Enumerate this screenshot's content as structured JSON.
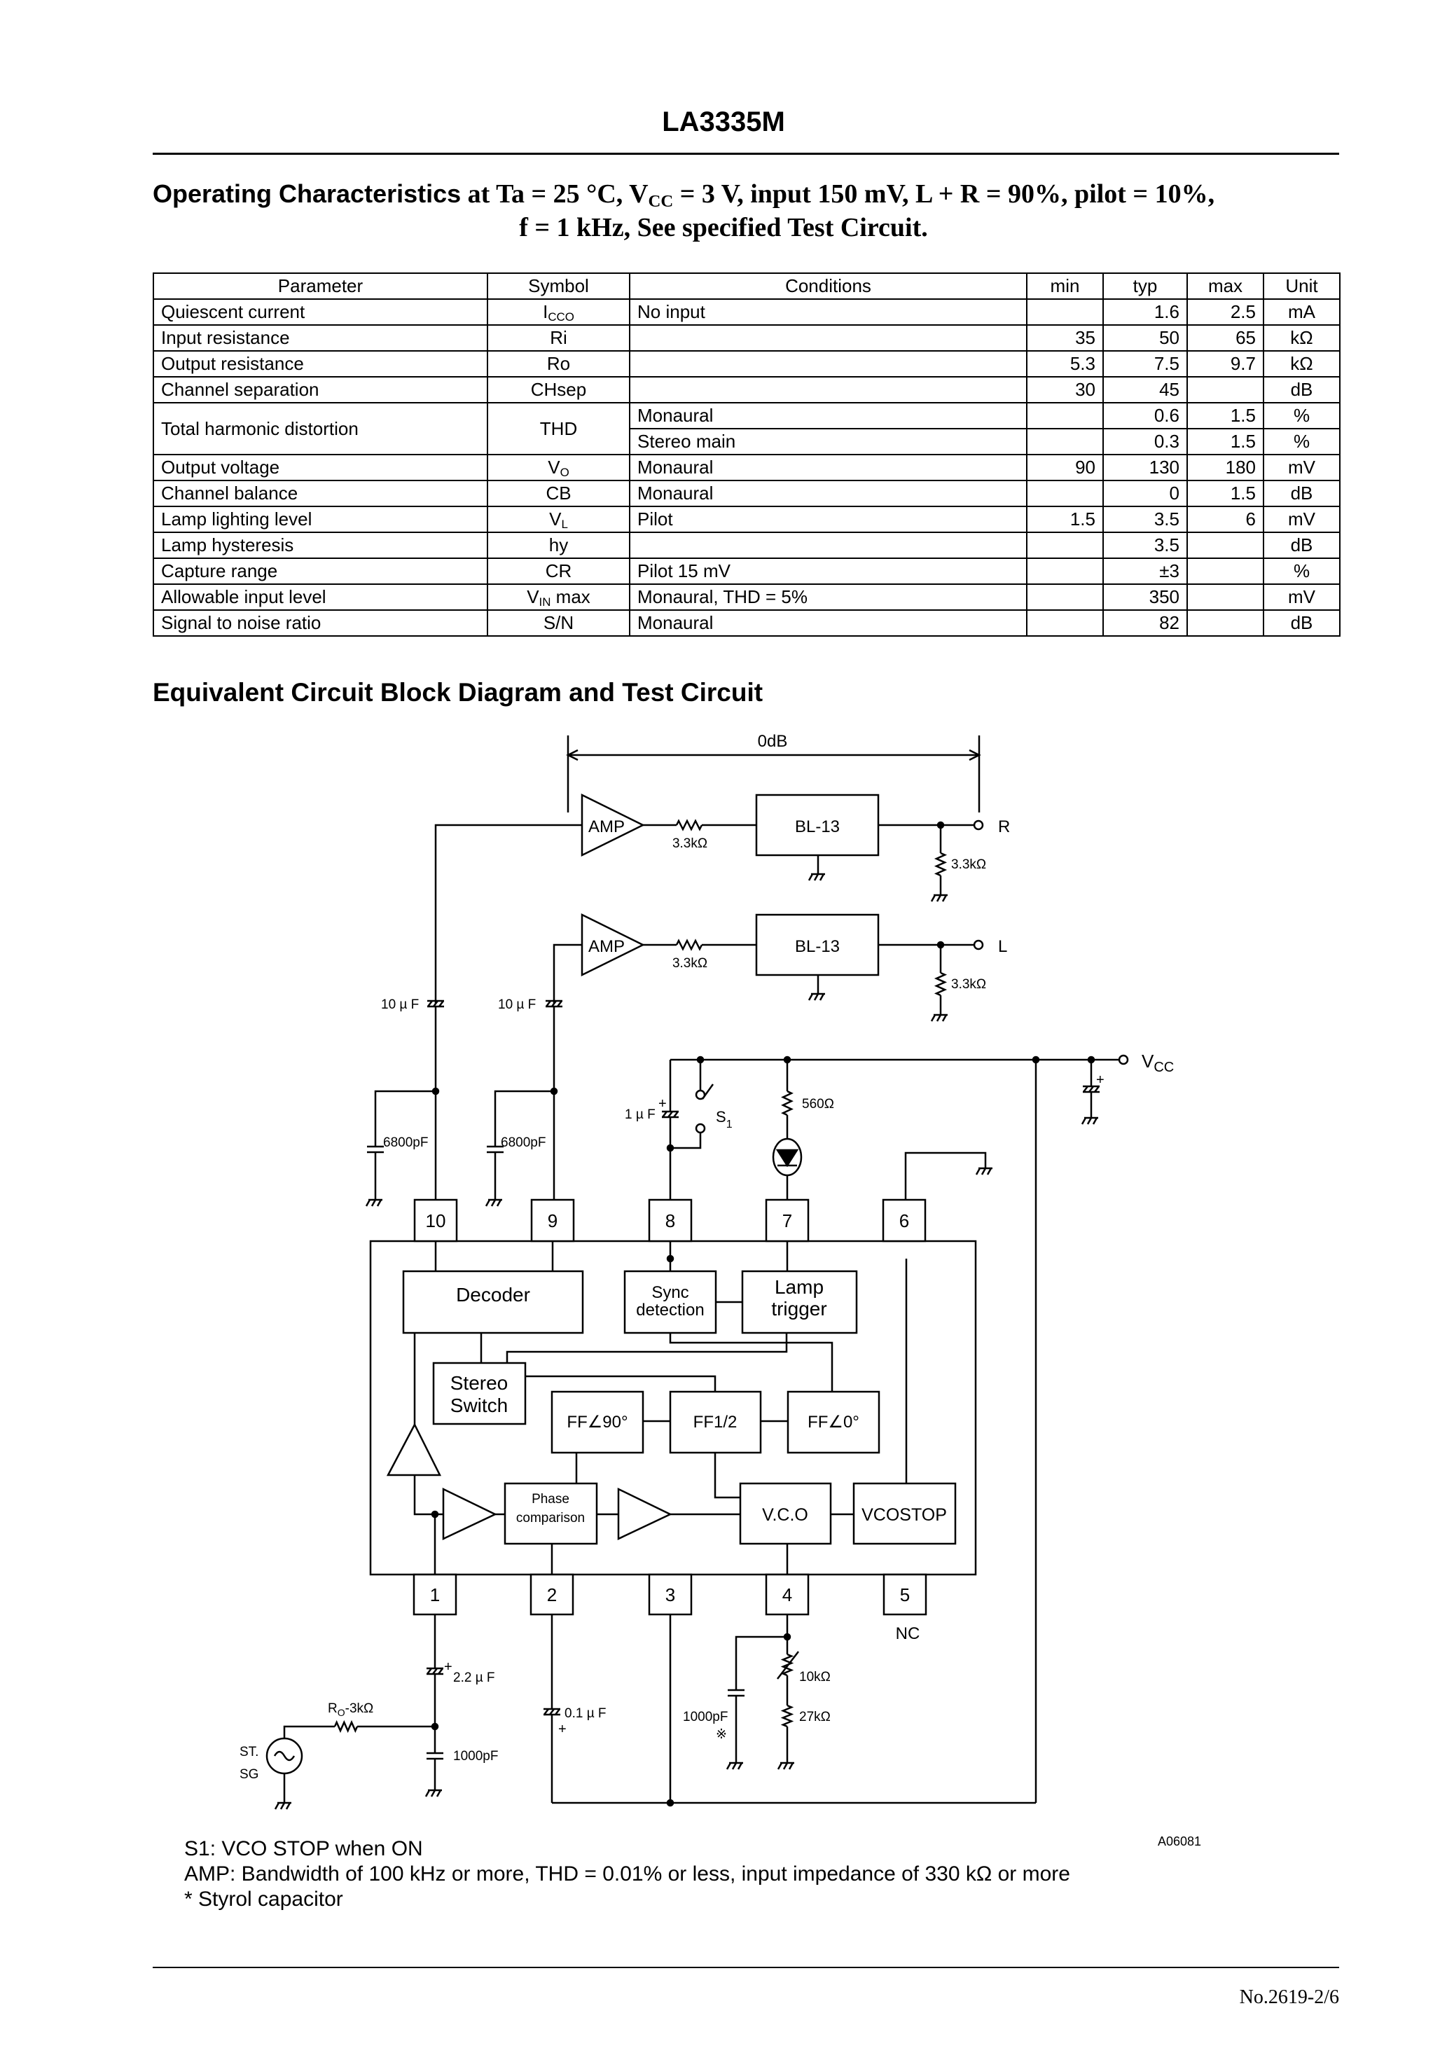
{
  "header": {
    "title": "LA3335M"
  },
  "operating": {
    "heading_bold": "Operating Characteristics",
    "cond_pre": " at Ta = 25 °C, V",
    "cond_sub": "CC",
    "cond_post": " = 3 V, input 150 mV, L + R = 90%, pilot = 10%,",
    "cond_line2": "f = 1 kHz, See specified Test Circuit."
  },
  "table": {
    "headers": [
      "Parameter",
      "Symbol",
      "Conditions",
      "min",
      "typ",
      "max",
      "Unit"
    ],
    "rows": [
      {
        "parameter": "Quiescent current",
        "symbol": "I",
        "symbol_sub": "CCO",
        "conditions": "No input",
        "min": "",
        "typ": "1.6",
        "max": "2.5",
        "unit": "mA"
      },
      {
        "parameter": "Input resistance",
        "symbol": "Ri",
        "symbol_sub": "",
        "conditions": "",
        "min": "35",
        "typ": "50",
        "max": "65",
        "unit": "kΩ"
      },
      {
        "parameter": "Output resistance",
        "symbol": "Ro",
        "symbol_sub": "",
        "conditions": "",
        "min": "5.3",
        "typ": "7.5",
        "max": "9.7",
        "unit": "kΩ"
      },
      {
        "parameter": "Channel separation",
        "symbol": "CHsep",
        "symbol_sub": "",
        "conditions": "",
        "min": "30",
        "typ": "45",
        "max": "",
        "unit": "dB"
      },
      {
        "parameter": "Total harmonic distortion",
        "symbol": "THD",
        "symbol_sub": "",
        "sub_rows": [
          {
            "conditions": "Monaural",
            "min": "",
            "typ": "0.6",
            "max": "1.5",
            "unit": "%"
          },
          {
            "conditions": "Stereo main",
            "min": "",
            "typ": "0.3",
            "max": "1.5",
            "unit": "%"
          }
        ]
      },
      {
        "parameter": "Output voltage",
        "symbol": "V",
        "symbol_sub": "O",
        "conditions": "Monaural",
        "min": "90",
        "typ": "130",
        "max": "180",
        "unit": "mV"
      },
      {
        "parameter": "Channel balance",
        "symbol": "CB",
        "symbol_sub": "",
        "conditions": "Monaural",
        "min": "",
        "typ": "0",
        "max": "1.5",
        "unit": "dB"
      },
      {
        "parameter": "Lamp lighting level",
        "symbol": "V",
        "symbol_sub": "L",
        "conditions": "Pilot",
        "min": "1.5",
        "typ": "3.5",
        "max": "6",
        "unit": "mV"
      },
      {
        "parameter": "Lamp hysteresis",
        "symbol": "hy",
        "symbol_sub": "",
        "conditions": "",
        "min": "",
        "typ": "3.5",
        "max": "",
        "unit": "dB"
      },
      {
        "parameter": "Capture range",
        "symbol": "CR",
        "symbol_sub": "",
        "conditions": "Pilot 15 mV",
        "min": "",
        "typ": "±3",
        "max": "",
        "unit": "%"
      },
      {
        "parameter": "Allowable input level",
        "symbol": "V",
        "symbol_sub": "IN",
        "symbol_post": " max",
        "conditions": "Monaural, THD = 5%",
        "min": "",
        "typ": "350",
        "max": "",
        "unit": "mV"
      },
      {
        "parameter": "Signal to noise ratio",
        "symbol": "S/N",
        "symbol_sub": "",
        "conditions": "Monaural",
        "min": "",
        "typ": "82",
        "max": "",
        "unit": "dB"
      }
    ]
  },
  "circuit": {
    "heading": "Equivalent Circuit Block Diagram and Test Circuit",
    "zero_db": "0dB",
    "amp": "AMP",
    "bl13": "BL-13",
    "r33k": "3.3kΩ",
    "out_r": "R",
    "out_l": "L",
    "cap10u": "10 µ F",
    "cap6800p": "6800pF",
    "cap1u": "1 µ F",
    "switch_s": "S",
    "switch_sub": "1",
    "r560": "560Ω",
    "vcc": "V",
    "vcc_sub": "CC",
    "pins": [
      "1",
      "2",
      "3",
      "4",
      "5",
      "6",
      "7",
      "8",
      "9",
      "10"
    ],
    "blocks": {
      "decoder": "Decoder",
      "sync1": "Sync",
      "sync2": "detection",
      "lamp1": "Lamp",
      "lamp2": "trigger",
      "stereo1": "Stereo",
      "stereo2": "Switch",
      "ff90": "FF∠90°",
      "ff12": "FF1/2",
      "ff0": "FF∠0°",
      "phase1": "Phase",
      "phase2": "comparison",
      "vco": "V.C.O",
      "vcostop": "VCOSTOP"
    },
    "nc": "NC",
    "cap22u": "2.2 µ F",
    "ro": "R",
    "ro_sub": "O",
    "ro_post": "-3kΩ",
    "st": "ST.",
    "sg": "SG",
    "cap1000p": "1000pF",
    "cap01u": "0.1 µ F",
    "r10k": "10kΩ",
    "r27k": "27kΩ",
    "styrol_mark": "※",
    "plus": "+",
    "figure_id": "A06081"
  },
  "notes": [
    "S1: VCO STOP when ON",
    "AMP: Bandwidth of 100 kHz or more, THD = 0.01% or less, input impedance of 330 kΩ or more",
    "* Styrol capacitor"
  ],
  "footer": {
    "page_number": "No.2619-2/6"
  }
}
